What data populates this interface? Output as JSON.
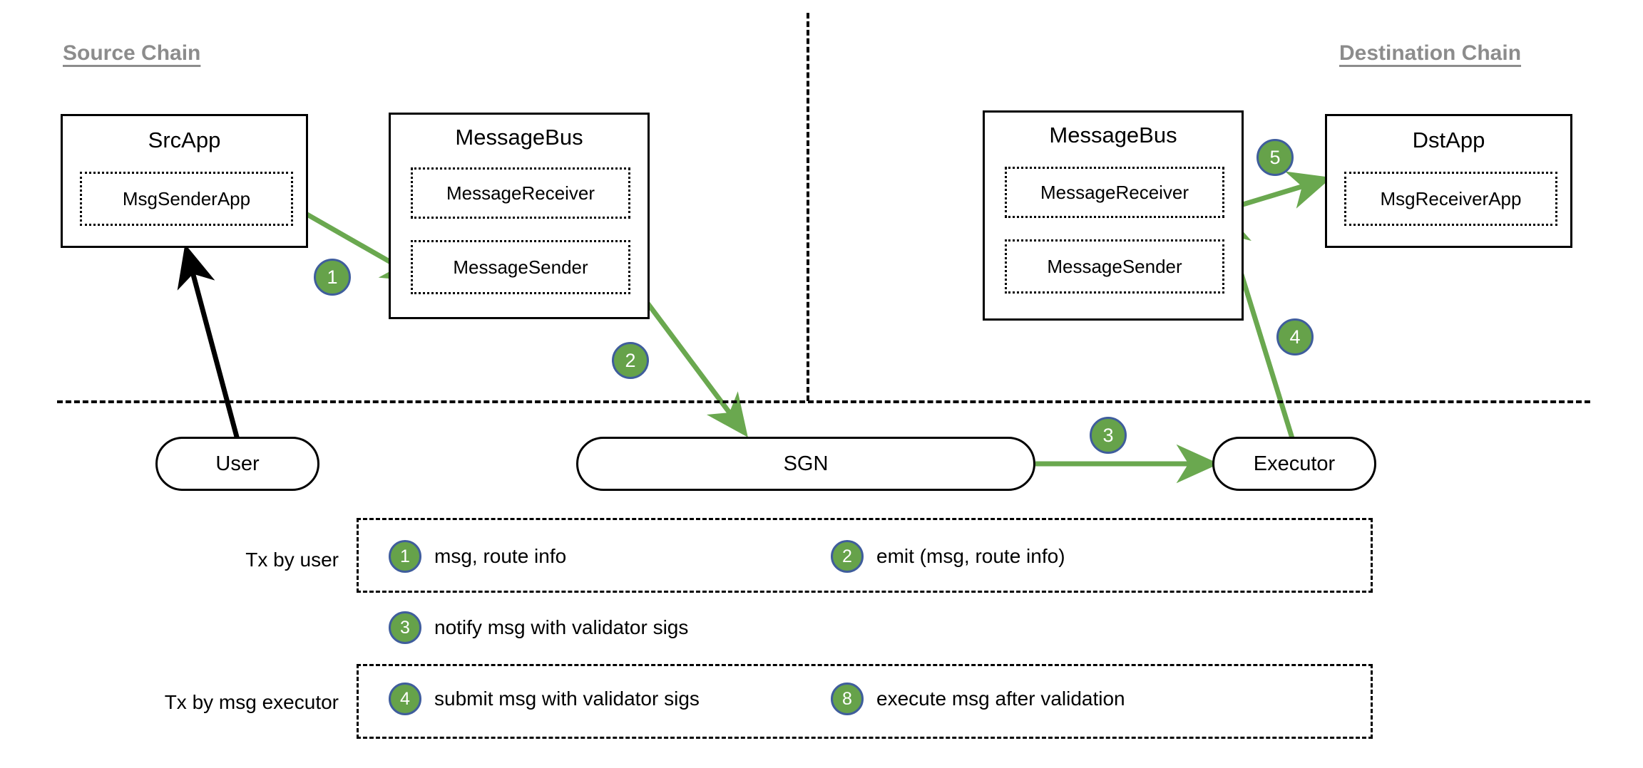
{
  "chains": {
    "source_title": "Source Chain",
    "destination_title": "Destination Chain"
  },
  "nodes": {
    "src_app": {
      "title": "SrcApp",
      "inner": [
        "MsgSenderApp"
      ]
    },
    "src_message_bus": {
      "title": "MessageBus",
      "inner": [
        "MessageReceiver",
        "MessageSender"
      ]
    },
    "dst_message_bus": {
      "title": "MessageBus",
      "inner": [
        "MessageReceiver",
        "MessageSender"
      ]
    },
    "dst_app": {
      "title": "DstApp",
      "inner": [
        "MsgReceiverApp"
      ]
    },
    "user": "User",
    "sgn": "SGN",
    "executor": "Executor"
  },
  "flow_badges": {
    "step1": "1",
    "step2": "2",
    "step3": "3",
    "step4": "4",
    "step5": "5"
  },
  "legend": {
    "row1_label": "Tx by user",
    "row1_items": [
      {
        "badge": "1",
        "text": "msg, route info"
      },
      {
        "badge": "2",
        "text": "emit (msg, route info)"
      }
    ],
    "row2_items": [
      {
        "badge": "3",
        "text": "notify msg with validator sigs"
      }
    ],
    "row3_label": "Tx by msg executor",
    "row3_items": [
      {
        "badge": "4",
        "text": "submit msg with validator sigs"
      },
      {
        "badge": "8",
        "text": "execute msg after validation"
      }
    ]
  },
  "colors": {
    "badge_fill": "#66a24a",
    "badge_border": "#3f5d9c",
    "arrow_green": "#6aa84f",
    "arrow_black": "#000000",
    "chain_title": "#8c8c8c"
  }
}
